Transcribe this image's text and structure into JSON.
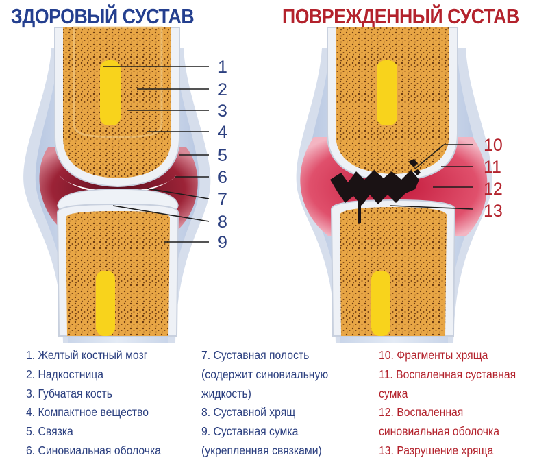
{
  "titles": {
    "healthy": "ЗДОРОВЫЙ СУСТАВ",
    "damaged": "ПОВРЕЖДЕННЫЙ СУСТАВ"
  },
  "callouts": {
    "healthy": [
      "1",
      "2",
      "3",
      "4",
      "5",
      "6",
      "7",
      "8",
      "9"
    ],
    "damaged": [
      "10",
      "11",
      "12",
      "13"
    ]
  },
  "legend": {
    "left": [
      "1. Желтый костный мозг",
      "2. Надкостница",
      "3. Губчатая кость",
      "4. Компактное вещество",
      "5. Связка",
      "6. Синовиальная оболочка"
    ],
    "middle": [
      "7. Суставная полость",
      "(содержит синовиальную",
      "жидкость)",
      "8. Суставной хрящ",
      "9. Суставная сумка",
      "(укрепленная связками)"
    ],
    "right": [
      "10. Фрагменты хряща",
      "11. Воспаленная суставная",
      "сумка",
      "12. Воспаленная",
      "синовиальная оболочка",
      "13. Разрушение хряща"
    ]
  },
  "colors": {
    "healthy_text": "#2b3f7f",
    "damaged_text": "#b3222c",
    "bone_spongy": "#e9a94a",
    "marrow": "#f7d21a",
    "capsule": "#c9d6ea",
    "synovium": "#8e1f33",
    "cartilage": "#eef1f5"
  }
}
